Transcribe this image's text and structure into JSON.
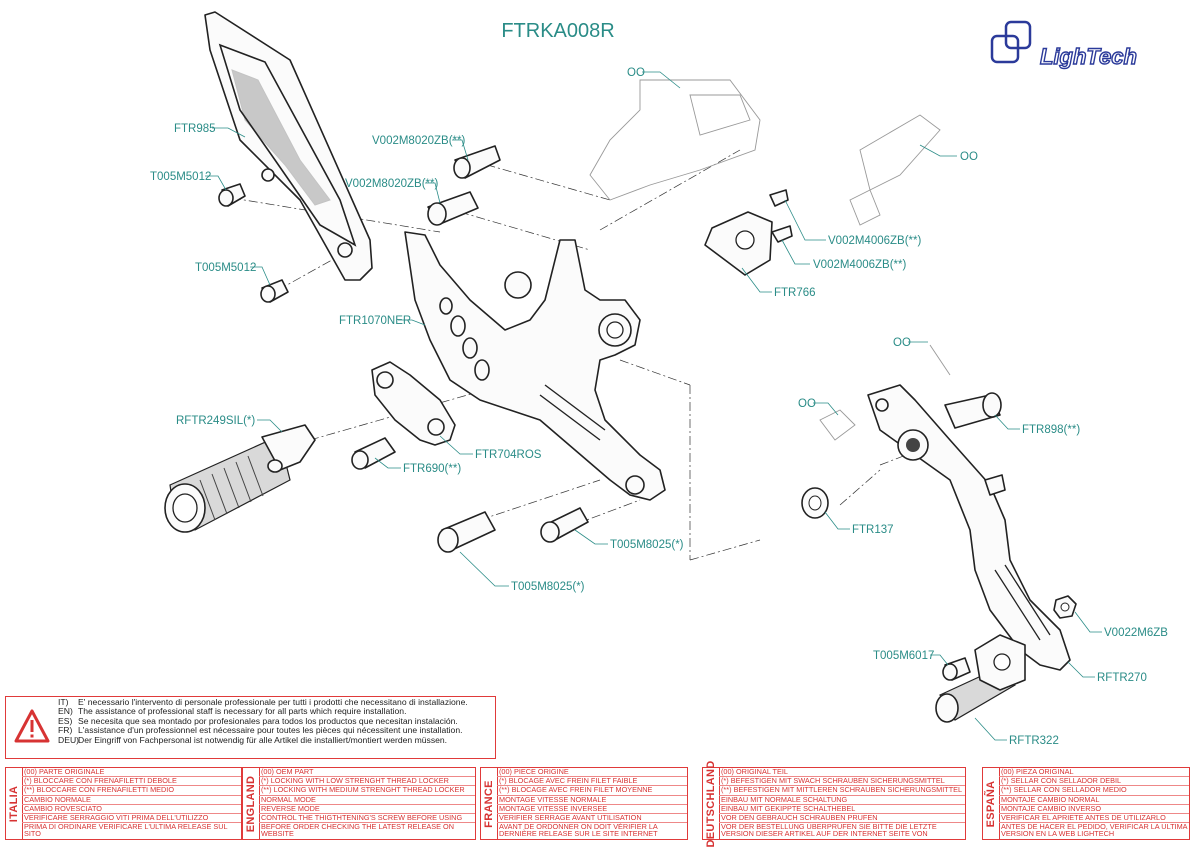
{
  "title": "FTRKA008R",
  "brand": "LighTech",
  "colors": {
    "label": "#2a8c87",
    "warning": "#d73333",
    "brand": "#2b3a9a"
  },
  "labels": {
    "ftr985": "FTR985",
    "t005m5012_a": "T005M5012",
    "t005m5012_b": "T005M5012",
    "v002m8020zb_a": "V002M8020ZB(**)",
    "v002m8020zb_b": "V002M8020ZB(**)",
    "oo_top": "OO",
    "oo_right": "OO",
    "v002m4006zb_a": "V002M4006ZB(**)",
    "v002m4006zb_b": "V002M4006ZB(**)",
    "ftr766": "FTR766",
    "ftr1070ner": "FTR1070NER",
    "rftr249sil": "RFTR249SIL(*)",
    "ftr704ros": "FTR704ROS",
    "ftr690": "FTR690(**)",
    "t005m8025_a": "T005M8025(*)",
    "t005m8025_b": "T005M8025(*)",
    "oo_pin": "OO",
    "oo_bush": "OO",
    "ftr898": "FTR898(**)",
    "ftr137": "FTR137",
    "v0022m6zb": "V0022M6ZB",
    "t005m6017": "T005M6017",
    "rftr270": "RFTR270",
    "rftr322": "RFTR322"
  },
  "warning": [
    {
      "code": "IT)",
      "text": "E' necessario l'intervento di personale professionale per tutti i prodotti che necessitano di installazione."
    },
    {
      "code": "EN)",
      "text": "The assistance of professional staff is necessary for all parts which require installation."
    },
    {
      "code": "ES)",
      "text": "Se necesita que sea montado por profesionales para todos los productos que necesitan instalación."
    },
    {
      "code": "FR)",
      "text": "L'assistance d'un professionnel est nécessaire pour toutes les pièces qui nécessitent une installation."
    },
    {
      "code": "DEU)",
      "text": "Der Eingriff von Fachpersonal ist notwendig  für alle Artikel die installiert/montiert werden müssen."
    }
  ],
  "languages": [
    {
      "name": "ITALIA",
      "rows": [
        "(00) PARTE ORIGINALE",
        "(*)    BLOCCARE CON FRENAFILETTI DEBOLE",
        "(**)   BLOCCARE CON FRENAFILETTI MEDIO",
        "CAMBIO NORMALE",
        "CAMBIO ROVESCIATO",
        "VERIFICARE SERRAGGIO VITI PRIMA DELL'UTILIZZO"
      ],
      "last": "PRIMA DI ORDINARE VERIFICARE L'ULTIMA RELEASE SUL SITO"
    },
    {
      "name": "ENGLAND",
      "rows": [
        "(00) OEM PART",
        "(*)    LOCKING WITH LOW STRENGHT THREAD LOCKER",
        "(**)   LOCKING WITH MEDIUM STRENGHT THREAD LOCKER",
        "NORMAL MODE",
        "REVERSE MODE",
        "CONTROL THE THIGTHTENING'S SCREW BEFORE USING"
      ],
      "last": "BEFORE ORDER CHECKING THE LATEST RELEASE ON WEBSITE"
    },
    {
      "name": "FRANCE",
      "rows": [
        "(00) PIECE ORIGINE",
        "(*)    BLOCAGE AVEC FREIN FILET FAIBLE",
        "(**)   BLOCAGE AVEC FREIN FILET MOYENNE",
        "MONTAGE VITESSE NORMALE",
        "MONTAGE VITESSE INVERSEE",
        "VERIFIER SERRAGE AVANT UTILISATION"
      ],
      "last": "AVANT DE ORDONNER ON DOIT VÉRIFIER LA DERNIÈRE RELEASE SUR LE SITE INTERNET"
    },
    {
      "name": "DEUTSCHLAND",
      "rows": [
        "(00) ORIGINAL TEIL",
        "(*)    BEFESTIGEN MIT SWACH SCHRAUBEN SICHERUNGSMITTEL",
        "(**)   BEFESTIGEN MIT MITTLEREN SCHRAUBEN SICHERUNGSMITTEL",
        "EINBAU MIT NORMALE SCHALTUNG",
        "EINBAU MIT GEKIPPTE SCHALTHEBEL",
        "VOR DEN GEBRAUCH SCHRAUBEN PRUFEN"
      ],
      "last": "VOR DER BESTELLUNG ÜBERPRÜFEN SIE BITTE DIE LETZTE VERSION DIESER ARTIKEL AUF DER INTERNET SEITE VON LIGHTECH"
    },
    {
      "name": "ESPAÑA",
      "rows": [
        "(00) PIEZA ORIGINAL",
        "(*)    SELLAR CON SELLADOR DEBIL",
        "(**)   SELLAR CON SELLADOR MEDIO",
        "MONTAJE  CAMBIO NORMAL",
        "MONTAJE CAMBIO INVERSO",
        "VERIFICAR EL APRIETE ANTES DE UTILIZARLO"
      ],
      "last": "ANTES DE HACER EL PEDIDO, VERIFICAR LA ULTIMA VERSION EN LA WEB LIGHTECH"
    }
  ]
}
